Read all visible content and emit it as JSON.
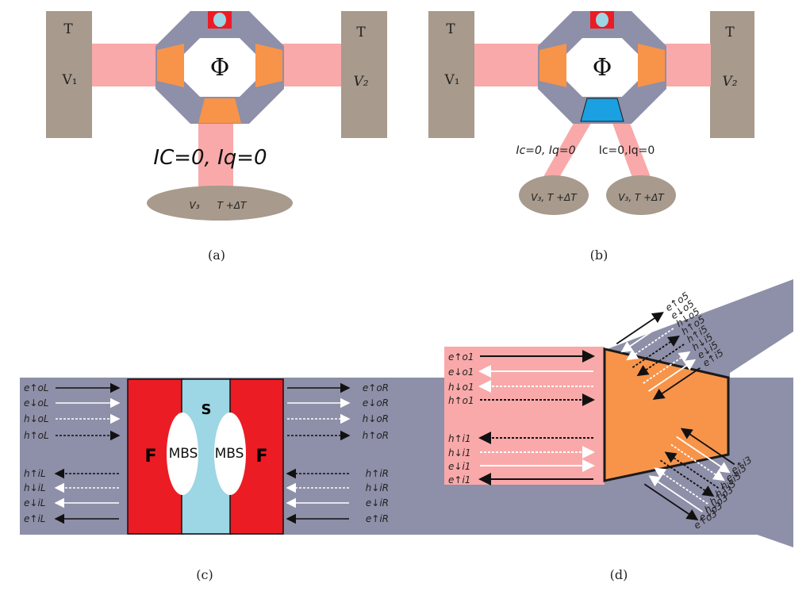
{
  "panels": {
    "a": {
      "caption": "(a)",
      "lead_left": {
        "top": "T",
        "bottom": "V₁"
      },
      "lead_right": {
        "top": "T",
        "bottom": "V₂"
      },
      "phi": "Φ",
      "probe_condition": "IC=0, Iq=0",
      "probe_reservoir": {
        "voltage": "V₃",
        "temp": "T +ΔT"
      }
    },
    "b": {
      "caption": "(b)",
      "lead_left": {
        "top": "T",
        "bottom": "V₁"
      },
      "lead_right": {
        "top": "T",
        "bottom": "V₂"
      },
      "phi": "Φ",
      "probe_left_condition": "Ic=0, Iq=0",
      "probe_right_condition": "Ic=0,Iq=0",
      "probe_left_reservoir": "V₃, T +ΔT",
      "probe_right_reservoir": "V₃, T +ΔT"
    },
    "c": {
      "caption": "(c)",
      "ferro_left": "F",
      "ferro_right": "F",
      "supercond": "S",
      "mbs_left": "MBS",
      "mbs_right": "MBS",
      "left_labels": [
        "e↑oL",
        "e↓oL",
        "h↓oL",
        "h↑oL",
        "h↑iL",
        "h↓iL",
        "e↓iL",
        "e↑iL"
      ],
      "right_labels": [
        "e↑oR",
        "e↓oR",
        "h↓oR",
        "h↑oR",
        "h↑iR",
        "h↓iR",
        "e↓iR",
        "e↑iR"
      ]
    },
    "d": {
      "caption": "(d)",
      "left_labels": [
        "e↑o1",
        "e↓o1",
        "h↓o1",
        "h↑o1",
        "h↑i1",
        "h↓i1",
        "e↓i1",
        "e↑i1"
      ],
      "top_labels": [
        "e↑o5",
        "e↓o5",
        "h↓o5",
        "h↑o5",
        "h↑i5",
        "h↓i5",
        "e↓i5",
        "e↑i5"
      ],
      "bottom_labels": [
        "e↑i3",
        "e↓i3",
        "h↓i3",
        "h↑i3",
        "h↑o3",
        "h↓o3",
        "e↓o3",
        "e↑o3"
      ]
    }
  },
  "colors": {
    "lead_brown": "#a89a8c",
    "lead_pink": "#f9a9a9",
    "ring_gray": "#8e8fa8",
    "barrier_orange": "#f7944a",
    "barrier_blue": "#1ba0e2",
    "ferro_red": "#ec1c24",
    "sc_blue": "#9dd6e4",
    "mbs_white": "#ffffff"
  }
}
